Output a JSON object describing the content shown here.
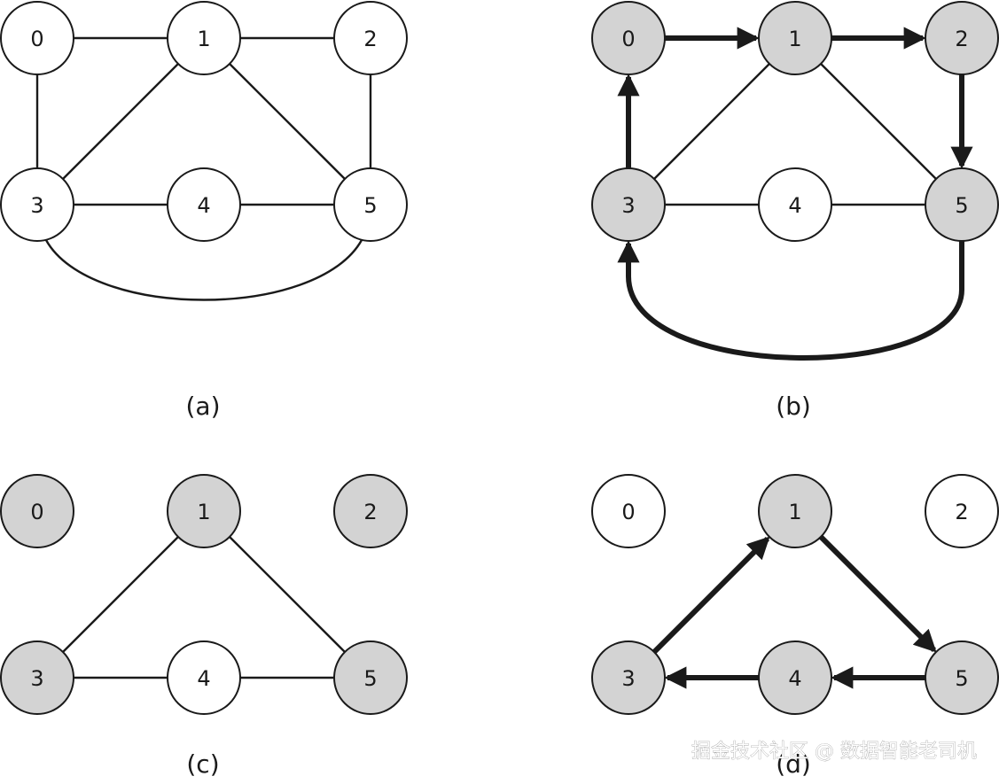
{
  "colors": {
    "line": "#1a1a1a",
    "node_fill_white": "#ffffff",
    "node_fill_gray": "#d3d3d3"
  },
  "panels": [
    {
      "caption": "(a)",
      "nodes": [
        {
          "id": "0",
          "label": "0",
          "fill": "white"
        },
        {
          "id": "1",
          "label": "1",
          "fill": "white"
        },
        {
          "id": "2",
          "label": "2",
          "fill": "white"
        },
        {
          "id": "3",
          "label": "3",
          "fill": "white"
        },
        {
          "id": "4",
          "label": "4",
          "fill": "white"
        },
        {
          "id": "5",
          "label": "5",
          "fill": "white"
        }
      ],
      "edges": [
        {
          "from": "0",
          "to": "1",
          "style": "thin"
        },
        {
          "from": "1",
          "to": "2",
          "style": "thin"
        },
        {
          "from": "0",
          "to": "3",
          "style": "thin"
        },
        {
          "from": "2",
          "to": "5",
          "style": "thin"
        },
        {
          "from": "1",
          "to": "3",
          "style": "thin"
        },
        {
          "from": "1",
          "to": "5",
          "style": "thin"
        },
        {
          "from": "3",
          "to": "4",
          "style": "thin"
        },
        {
          "from": "4",
          "to": "5",
          "style": "thin"
        },
        {
          "from": "3",
          "to": "5",
          "style": "thin",
          "curved": true
        }
      ]
    },
    {
      "caption": "(b)",
      "nodes": [
        {
          "id": "0",
          "label": "0",
          "fill": "gray"
        },
        {
          "id": "1",
          "label": "1",
          "fill": "gray"
        },
        {
          "id": "2",
          "label": "2",
          "fill": "gray"
        },
        {
          "id": "3",
          "label": "3",
          "fill": "gray"
        },
        {
          "id": "4",
          "label": "4",
          "fill": "white"
        },
        {
          "id": "5",
          "label": "5",
          "fill": "gray"
        }
      ],
      "edges": [
        {
          "from": "0",
          "to": "1",
          "style": "arrow"
        },
        {
          "from": "1",
          "to": "2",
          "style": "arrow"
        },
        {
          "from": "2",
          "to": "5",
          "style": "arrow"
        },
        {
          "from": "5",
          "to": "3",
          "style": "arrow",
          "curved": true
        },
        {
          "from": "3",
          "to": "0",
          "style": "arrow"
        },
        {
          "from": "1",
          "to": "3",
          "style": "thin"
        },
        {
          "from": "1",
          "to": "5",
          "style": "thin"
        },
        {
          "from": "3",
          "to": "4",
          "style": "thin"
        },
        {
          "from": "4",
          "to": "5",
          "style": "thin"
        }
      ]
    },
    {
      "caption": "(c)",
      "nodes": [
        {
          "id": "0",
          "label": "0",
          "fill": "gray"
        },
        {
          "id": "1",
          "label": "1",
          "fill": "gray"
        },
        {
          "id": "2",
          "label": "2",
          "fill": "gray"
        },
        {
          "id": "3",
          "label": "3",
          "fill": "gray"
        },
        {
          "id": "4",
          "label": "4",
          "fill": "white"
        },
        {
          "id": "5",
          "label": "5",
          "fill": "gray"
        }
      ],
      "edges": [
        {
          "from": "1",
          "to": "3",
          "style": "thin"
        },
        {
          "from": "1",
          "to": "5",
          "style": "thin"
        },
        {
          "from": "3",
          "to": "4",
          "style": "thin"
        },
        {
          "from": "4",
          "to": "5",
          "style": "thin"
        }
      ]
    },
    {
      "caption": "(d)",
      "nodes": [
        {
          "id": "0",
          "label": "0",
          "fill": "white"
        },
        {
          "id": "1",
          "label": "1",
          "fill": "gray"
        },
        {
          "id": "2",
          "label": "2",
          "fill": "white"
        },
        {
          "id": "3",
          "label": "3",
          "fill": "gray"
        },
        {
          "id": "4",
          "label": "4",
          "fill": "gray"
        },
        {
          "id": "5",
          "label": "5",
          "fill": "gray"
        }
      ],
      "edges": [
        {
          "from": "3",
          "to": "1",
          "style": "arrow"
        },
        {
          "from": "1",
          "to": "5",
          "style": "arrow"
        },
        {
          "from": "5",
          "to": "4",
          "style": "arrow"
        },
        {
          "from": "4",
          "to": "3",
          "style": "arrow"
        }
      ]
    }
  ],
  "watermark": {
    "text": "掘金技术社区 @ 数据智能老司机"
  }
}
